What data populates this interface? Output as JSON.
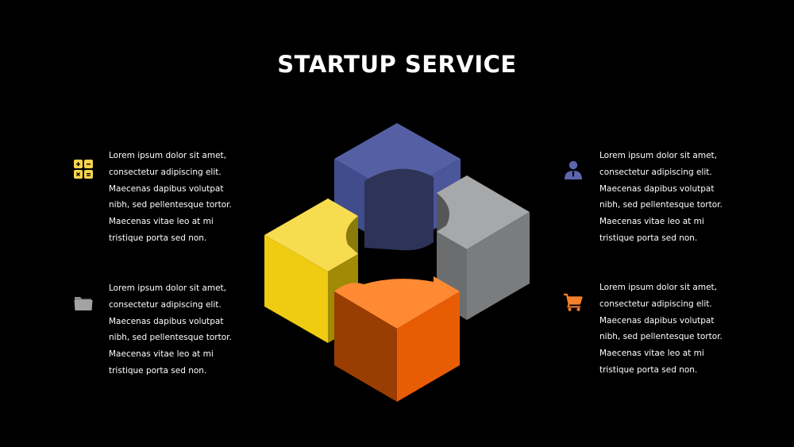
{
  "title": "STARTUP SERVICE",
  "colors": {
    "background": "#000000",
    "text": "#ffffff",
    "yellow": "#f6cf21",
    "blue": "#5863a6",
    "gray": "#9c9d9f",
    "orange": "#fa7a1e"
  },
  "blocks": [
    {
      "position": "top-left",
      "icon": "calculator-icon",
      "icon_color": "#f6d44c",
      "lines": [
        "Lorem ipsum dolor sit amet,",
        "consectetur adipiscing elit.",
        "Maecenas dapibus volutpat",
        "nibh, sed pellentesque tortor.",
        "Maecenas vitae leo at mi",
        "tristique porta sed non."
      ]
    },
    {
      "position": "bottom-left",
      "icon": "folder-icon",
      "icon_color": "#a3a3a3",
      "lines": [
        "Lorem ipsum dolor sit amet,",
        "consectetur adipiscing elit.",
        "Maecenas dapibus volutpat",
        "nibh, sed pellentesque tortor.",
        "Maecenas vitae leo at mi",
        "tristique porta sed non."
      ]
    },
    {
      "position": "top-right",
      "icon": "user-icon",
      "icon_color": "#5b66ad",
      "lines": [
        "Lorem ipsum dolor sit amet,",
        "consectetur adipiscing elit.",
        "Maecenas dapibus volutpat",
        "nibh, sed pellentesque tortor.",
        "Maecenas vitae leo at mi",
        "tristique porta sed non."
      ]
    },
    {
      "position": "bottom-right",
      "icon": "shopping-cart-icon",
      "icon_color": "#f5802a",
      "lines": [
        "Lorem ipsum dolor sit amet,",
        "consectetur adipiscing elit.",
        "Maecenas dapibus volutpat",
        "nibh, sed pellentesque tortor.",
        "Maecenas vitae leo at mi",
        "tristique porta sed non."
      ]
    }
  ]
}
